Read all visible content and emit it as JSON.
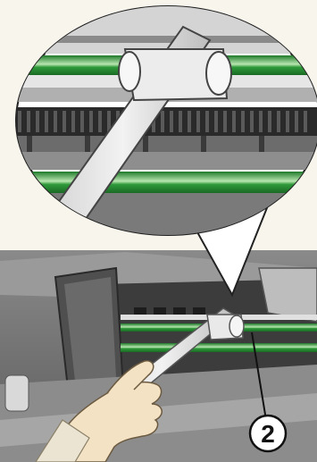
{
  "callout": {
    "label": "2"
  },
  "colors": {
    "background": "#f7f5ec",
    "printer_body": "#6e6e6e",
    "printer_dark": "#3c3c3c",
    "roller_green": "#2f9a3a",
    "roller_highlight": "#b9e6b0",
    "tool_light": "#e6e6e6",
    "skin": "#f3e2c4"
  },
  "icons": [
    "magnifier-bubble",
    "cleaning-tool",
    "hand",
    "callout-circle"
  ]
}
